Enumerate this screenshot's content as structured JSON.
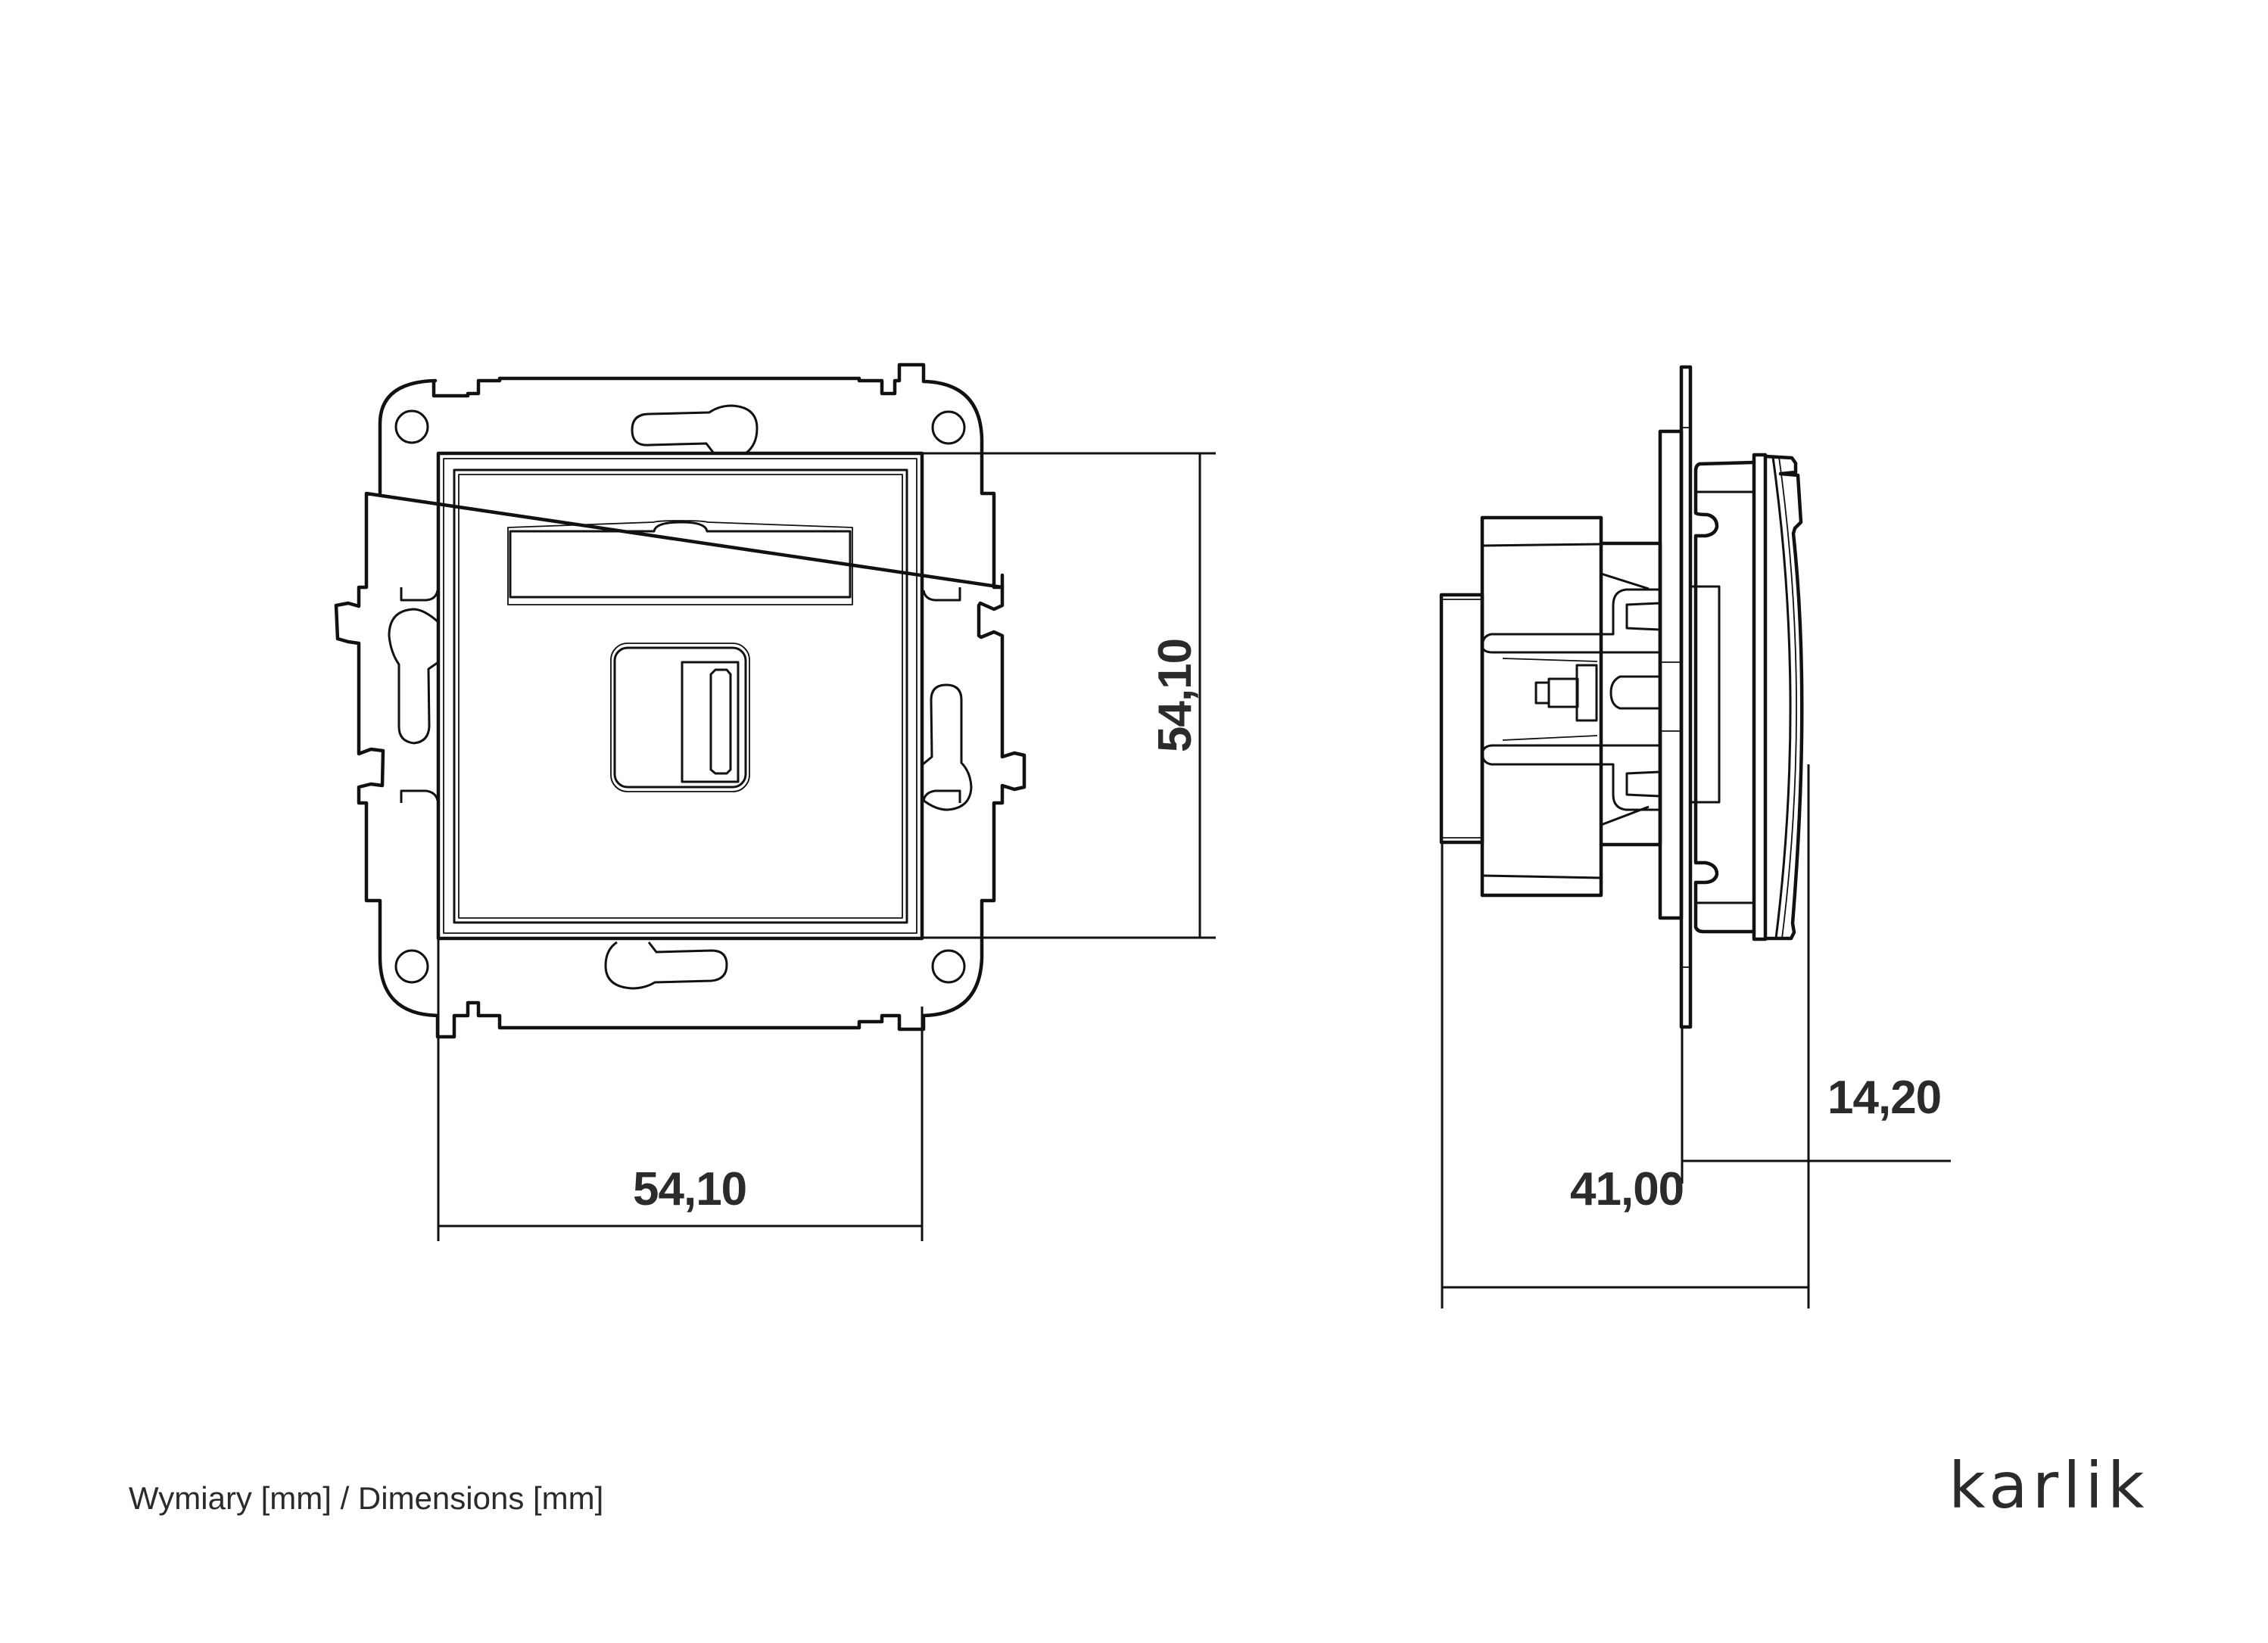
{
  "drawing": {
    "front_view": {
      "width_dimension": "54,10",
      "height_dimension": "54,10"
    },
    "side_view": {
      "depth_dimension": "41,00",
      "front_protrusion_dimension": "14,20"
    },
    "dimension_unit": "mm"
  },
  "footer": {
    "caption": "Wymiary [mm] / Dimensions [mm]",
    "brand_logo": "karlik"
  },
  "colors": {
    "line": "#111111",
    "text": "#2b2b2b",
    "background": "#ffffff"
  }
}
